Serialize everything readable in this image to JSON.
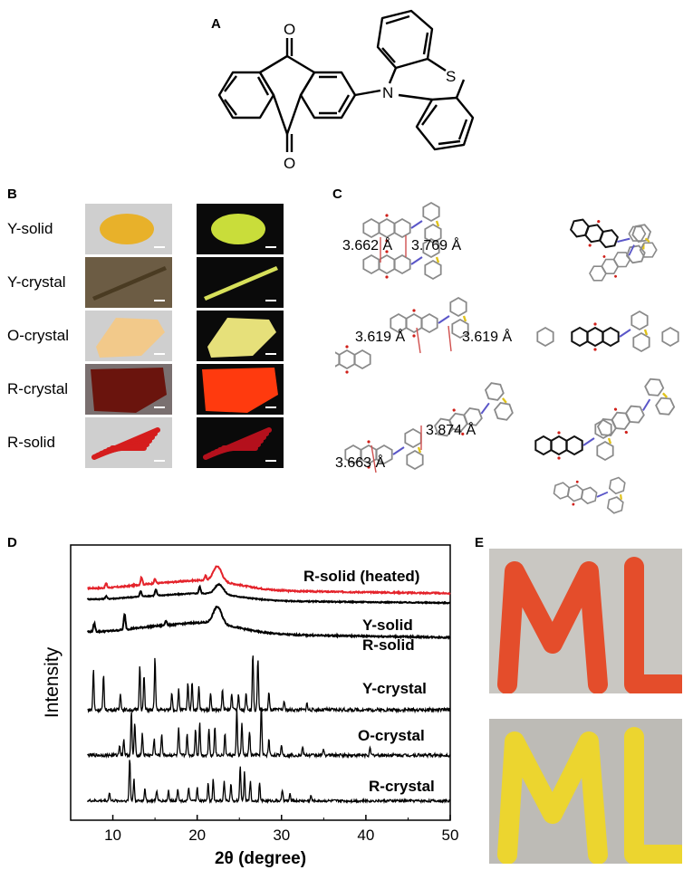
{
  "panels": {
    "a": "A",
    "b": "B",
    "c": "C",
    "d": "D",
    "e": "E"
  },
  "structure_a": {
    "atoms": {
      "o_top": "O",
      "o_bottom": "O",
      "n": "N",
      "s": "S"
    }
  },
  "panel_b": {
    "rows": [
      {
        "label": "Y-solid",
        "left_color": "#e8b12a",
        "right_color": "#c9dd3a"
      },
      {
        "label": "Y-crystal",
        "left_color": "#4a3b22",
        "right_color": "#d7e05a"
      },
      {
        "label": "O-crystal",
        "left_color": "#f2c98a",
        "right_color": "#e6e07a"
      },
      {
        "label": "R-crystal",
        "left_color": "#6a140d",
        "right_color": "#ff3a0e"
      },
      {
        "label": "R-solid",
        "left_color": "#d51d1d",
        "right_color": "#b4101c"
      }
    ]
  },
  "panel_c": {
    "distances": [
      "3.662 Å",
      "3.769 Å",
      "3.619 Å",
      "3.619 Å",
      "3.874 Å",
      "3.663 Å"
    ],
    "bond_color": "#8a8a8a",
    "s_color": "#e0c21a",
    "n_color": "#5a56c8",
    "o_color": "#d0201a",
    "contact_color": "#d0504e"
  },
  "chart_data": {
    "type": "line",
    "xlabel": "2θ (degree)",
    "ylabel": "Intensity",
    "xlim": [
      5,
      50
    ],
    "x_ticks": [
      10,
      20,
      30,
      40,
      50
    ],
    "grid": false,
    "series": [
      {
        "name": "R-solid (heated)",
        "color": "#e4232b",
        "kind": "amorphous",
        "peaks": [
          [
            9.2,
            0.3
          ],
          [
            13.4,
            0.5
          ],
          [
            15.0,
            0.3
          ],
          [
            21.0,
            0.3
          ],
          [
            22.4,
            1.0
          ]
        ]
      },
      {
        "name": "Y-solid",
        "color": "#000000",
        "kind": "amorphous",
        "peaks": [
          [
            9.2,
            0.25
          ],
          [
            13.3,
            0.5
          ],
          [
            15.1,
            0.55
          ],
          [
            20.3,
            0.6
          ],
          [
            22.6,
            0.9
          ]
        ]
      },
      {
        "name": "R-solid",
        "color": "#000000",
        "kind": "amorphous",
        "peaks": [
          [
            7.8,
            0.5
          ],
          [
            11.4,
            0.9
          ],
          [
            16.3,
            0.3
          ],
          [
            22.4,
            1.0
          ]
        ]
      },
      {
        "name": "Y-crystal",
        "color": "#000000",
        "kind": "crystal",
        "peaks": [
          [
            7.7,
            0.7
          ],
          [
            8.9,
            0.6
          ],
          [
            10.9,
            0.3
          ],
          [
            13.2,
            0.8
          ],
          [
            13.7,
            0.6
          ],
          [
            15.0,
            0.9
          ],
          [
            17.0,
            0.3
          ],
          [
            17.8,
            0.35
          ],
          [
            18.9,
            0.45
          ],
          [
            19.4,
            0.5
          ],
          [
            20.2,
            0.4
          ],
          [
            21.6,
            0.3
          ],
          [
            23.0,
            0.35
          ],
          [
            24.1,
            0.3
          ],
          [
            24.9,
            0.25
          ],
          [
            25.8,
            0.3
          ],
          [
            26.6,
            1.0
          ],
          [
            27.2,
            0.9
          ],
          [
            28.5,
            0.3
          ],
          [
            30.3,
            0.15
          ],
          [
            33.0,
            0.12
          ]
        ]
      },
      {
        "name": "O-crystal",
        "color": "#000000",
        "kind": "crystal",
        "peaks": [
          [
            10.8,
            0.2
          ],
          [
            11.3,
            0.3
          ],
          [
            12.2,
            0.8
          ],
          [
            12.6,
            0.6
          ],
          [
            13.5,
            0.4
          ],
          [
            14.9,
            0.3
          ],
          [
            15.8,
            0.4
          ],
          [
            17.8,
            0.5
          ],
          [
            18.8,
            0.4
          ],
          [
            19.8,
            0.5
          ],
          [
            20.3,
            0.6
          ],
          [
            21.4,
            0.5
          ],
          [
            22.1,
            0.55
          ],
          [
            23.3,
            0.4
          ],
          [
            24.7,
            0.85
          ],
          [
            25.3,
            0.6
          ],
          [
            26.2,
            0.45
          ],
          [
            27.6,
            0.9
          ],
          [
            28.5,
            0.3
          ],
          [
            30.0,
            0.2
          ],
          [
            32.5,
            0.15
          ],
          [
            35.0,
            0.12
          ],
          [
            40.5,
            0.12
          ]
        ]
      },
      {
        "name": "R-crystal",
        "color": "#000000",
        "kind": "crystal",
        "peaks": [
          [
            9.6,
            0.2
          ],
          [
            12.0,
            1.0
          ],
          [
            12.5,
            0.5
          ],
          [
            13.8,
            0.3
          ],
          [
            15.2,
            0.25
          ],
          [
            16.6,
            0.25
          ],
          [
            17.7,
            0.3
          ],
          [
            19.0,
            0.3
          ],
          [
            20.0,
            0.3
          ],
          [
            21.3,
            0.4
          ],
          [
            21.9,
            0.5
          ],
          [
            23.2,
            0.45
          ],
          [
            24.0,
            0.4
          ],
          [
            25.1,
            0.8
          ],
          [
            25.6,
            0.65
          ],
          [
            26.3,
            0.45
          ],
          [
            27.4,
            0.4
          ],
          [
            30.1,
            0.25
          ],
          [
            31.0,
            0.15
          ],
          [
            33.5,
            0.12
          ]
        ]
      }
    ]
  },
  "panel_e": {
    "tiles": [
      {
        "text": "ML",
        "color": "#e44d2b",
        "bg": "#c9c7c2"
      },
      {
        "text": "ML",
        "color": "#ecd52f",
        "bg": "#bdbbb6"
      }
    ]
  }
}
